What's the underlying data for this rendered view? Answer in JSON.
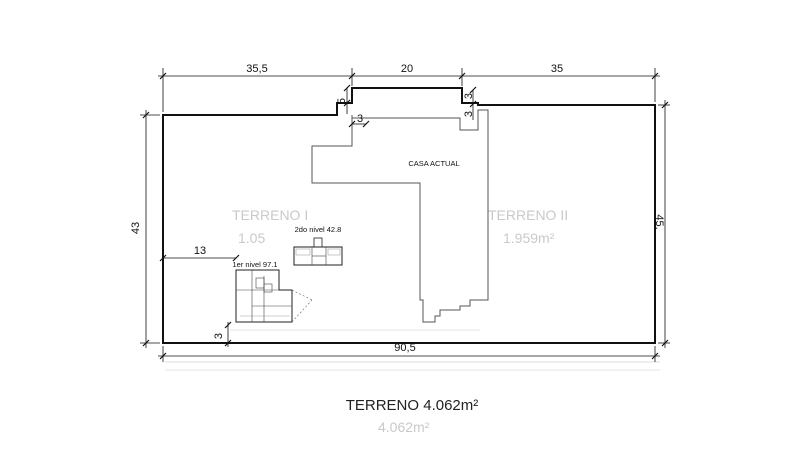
{
  "dimensions": {
    "top_left": "35,5",
    "top_mid": "20",
    "top_right": "35",
    "notch_left": "5",
    "notch_right": "3",
    "notch_inner": "3",
    "left_side": "43",
    "right_side": "45.",
    "inner_13": "13",
    "bottom_small": "3",
    "bottom_total": "90,5"
  },
  "labels": {
    "casa_actual": "CASA ACTUAL",
    "segundo_nivel": "2do nivel 42.8",
    "primer_nivel": "1er nivel 97.1",
    "terreno_total": "TERRENO 4.062m²"
  },
  "faint_labels": {
    "terreno_1": "TERRENO I",
    "terreno_1_area": "1.05",
    "terreno_2": "TERRENO II",
    "terreno_2_area": "1.959m²",
    "terreno_total_area": "4.062m²"
  },
  "colors": {
    "line": "#111111",
    "faint": "#c9c9c9",
    "background": "#ffffff"
  }
}
